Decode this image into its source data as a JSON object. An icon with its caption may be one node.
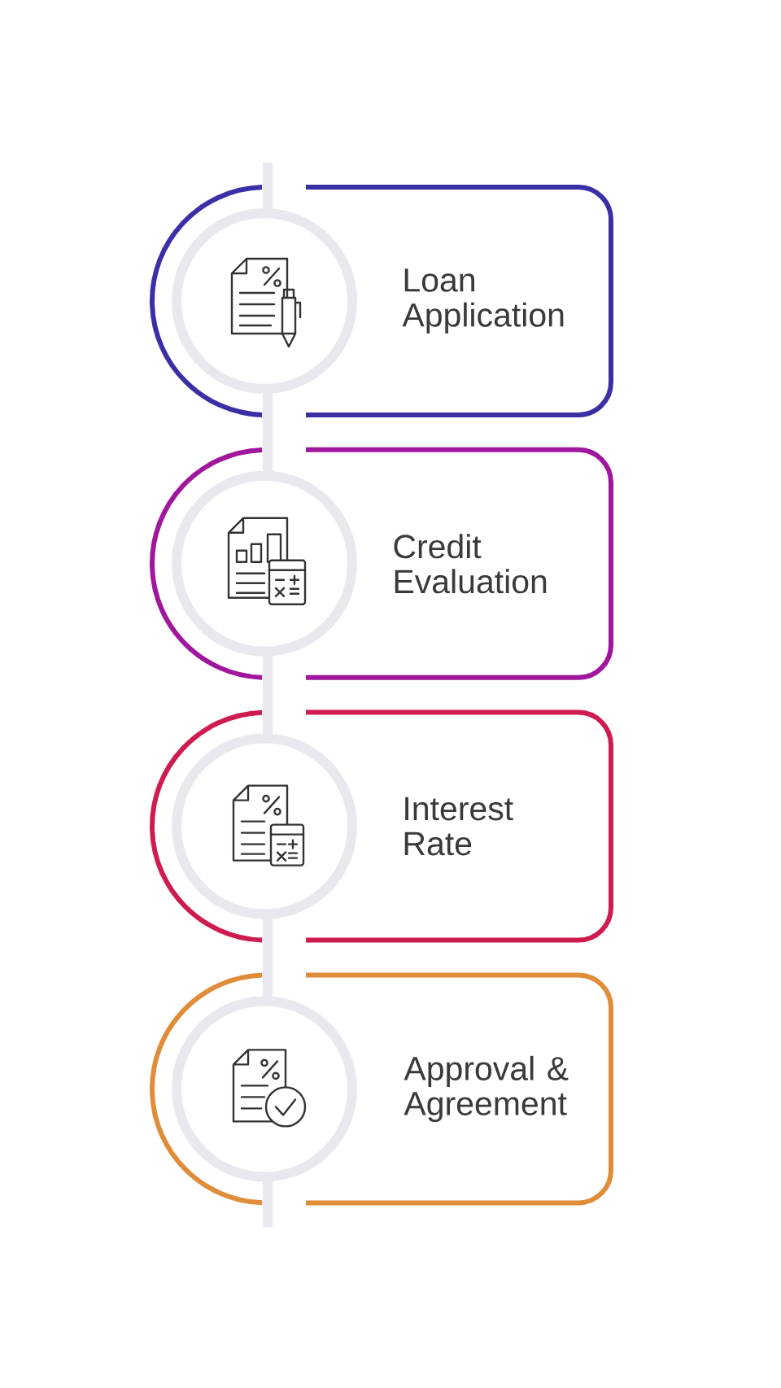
{
  "diagram": {
    "nodes": [
      {
        "text": [
          "Loan Application"
        ]
      },
      {
        "text": [
          "Credit Evaluation"
        ]
      },
      {
        "text": [
          "Interest Rate"
        ]
      },
      {
        "text": [
          "Approval & Agreement"
        ]
      }
    ]
  }
}
